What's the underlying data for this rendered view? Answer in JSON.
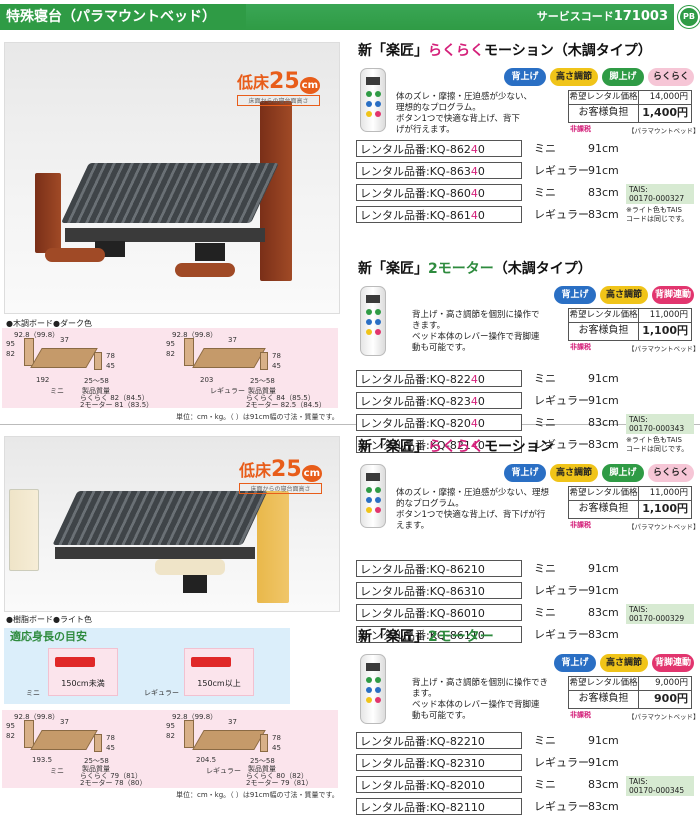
{
  "header": {
    "title": "特殊寝台（パラマウントベッド）",
    "service_code_label": "サービスコード",
    "service_code": "171003",
    "icon_text": "PB",
    "icon": "paramount-logo-icon"
  },
  "top": {
    "low_floor": {
      "prefix": "低床",
      "num": "25",
      "unit": "cm",
      "sub": "床面からの寝台面高さ"
    },
    "photo_caption": "●木調ボード●ダーク色",
    "dims_mini": {
      "top": "92.8（99.8）",
      "h1": "95",
      "h2": "82",
      "h3": "37",
      "r1": "78",
      "r2": "45",
      "len": "192",
      "leg": "25〜58",
      "label": "ミニ"
    },
    "dims_regular": {
      "top": "92.8（99.8）",
      "h1": "95",
      "h2": "82",
      "h3": "37",
      "r1": "78",
      "r2": "45",
      "len": "203",
      "leg": "25〜58",
      "label": "レギュラー"
    },
    "weight_mini": {
      "title": "製品質量",
      "r1": "らくらく 82（84.5）",
      "r2": "2モーター 81（83.5）"
    },
    "weight_regular": {
      "title": "製品質量",
      "r1": "らくらく 84（85.5）",
      "r2": "2モーター 82.5（84.5）"
    },
    "unit_note": "単位：cm・kg。（ ）は91cm幅の寸法・質量です。"
  },
  "bottom": {
    "low_floor": {
      "prefix": "低床",
      "num": "25",
      "unit": "cm",
      "sub": "床面からの寝台面高さ"
    },
    "photo_caption": "●樹脂ボード●ライト色",
    "guide": {
      "title": "適応身長の目安",
      "mini_label": "ミニ",
      "mini_height": "150cm未満",
      "regular_label": "レギュラー",
      "regular_height": "150cm以上"
    },
    "dims_mini": {
      "top": "92.8（99.8）",
      "h1": "95",
      "h2": "82",
      "h3": "37",
      "r1": "78",
      "r2": "45",
      "len": "193.5",
      "leg": "25〜58",
      "label": "ミニ"
    },
    "dims_regular": {
      "top": "92.8（99.8）",
      "h1": "95",
      "h2": "82",
      "h3": "37",
      "r1": "78",
      "r2": "45",
      "len": "204.5",
      "leg": "25〜58",
      "label": "レギュラー"
    },
    "weight_mini": {
      "title": "製品質量",
      "r1": "らくらく 79（81）",
      "r2": "2モーター 78（80）"
    },
    "weight_regular": {
      "title": "製品質量",
      "r1": "らくらく 80（82）",
      "r2": "2モーター 79（81）"
    },
    "unit_note": "単位：cm・kg。（ ）は91cm幅の寸法・質量です。"
  },
  "products": [
    {
      "title_new": "新「楽匠」",
      "title_colored": "らくらく",
      "title_rest": "モーション（木調タイプ）",
      "pills": [
        "背上げ",
        "高さ調節",
        "脚上げ",
        "らくらく"
      ],
      "desc": [
        "体のズレ・摩擦・圧迫感が少ない、",
        "理想的なプログラム。",
        "ボタン1つで快適な背上げ、背下",
        "げが行えます。"
      ],
      "price_label": "希望レンタル価格",
      "price": "14,000円",
      "pay_label": "お客様負担",
      "pay": "1,400円",
      "nontax": "非課税",
      "maker": "【パラマウントベッド】",
      "rows": [
        {
          "prefix": "レンタル品番:KQ-862",
          "hl": "4",
          "suffix": "0",
          "size": "ミニ",
          "width": "91cm"
        },
        {
          "prefix": "レンタル品番:KQ-863",
          "hl": "4",
          "suffix": "0",
          "size": "レギュラー",
          "width": "91cm"
        },
        {
          "prefix": "レンタル品番:KQ-860",
          "hl": "4",
          "suffix": "0",
          "size": "ミニ",
          "width": "83cm"
        },
        {
          "prefix": "レンタル品番:KQ-861",
          "hl": "4",
          "suffix": "0",
          "size": "レギュラー",
          "width": "83cm"
        }
      ],
      "tais": "TAIS:\n00170-000327",
      "tais_note": "※ライト色もTAIS\nコードは同じです。"
    },
    {
      "title_new": "新「楽匠」",
      "title_colored": "2モーター",
      "title_rest": "（木調タイプ）",
      "pills": [
        "背上げ",
        "高さ調節",
        "背脚連動"
      ],
      "desc": [
        "背上げ・高さ調節を個別に操作で",
        "きます。",
        "ベッド本体のレバー操作で背脚連",
        "動も可能です。"
      ],
      "price_label": "希望レンタル価格",
      "price": "11,000円",
      "pay_label": "お客様負担",
      "pay": "1,100円",
      "nontax": "非課税",
      "maker": "【パラマウントベッド】",
      "rows": [
        {
          "prefix": "レンタル品番:KQ-822",
          "hl": "4",
          "suffix": "0",
          "size": "ミニ",
          "width": "91cm"
        },
        {
          "prefix": "レンタル品番:KQ-823",
          "hl": "4",
          "suffix": "0",
          "size": "レギュラー",
          "width": "91cm"
        },
        {
          "prefix": "レンタル品番:KQ-820",
          "hl": "4",
          "suffix": "0",
          "size": "ミニ",
          "width": "83cm"
        },
        {
          "prefix": "レンタル品番:KQ-821",
          "hl": "4",
          "suffix": "0",
          "size": "レギュラー",
          "width": "83cm"
        }
      ],
      "tais": "TAIS:\n00170-000343",
      "tais_note": "※ライト色もTAIS\nコードは同じです。"
    },
    {
      "title_new": "新「楽匠」",
      "title_colored": "らくらく",
      "title_rest": "モーション",
      "pills": [
        "背上げ",
        "高さ調節",
        "脚上げ",
        "らくらく"
      ],
      "desc": [
        "体のズレ・摩擦・圧迫感が少ない、理想",
        "的なプログラム。",
        "ボタン1つで快適な背上げ、背下げが行",
        "えます。"
      ],
      "price_label": "希望レンタル価格",
      "price": "11,000円",
      "pay_label": "お客様負担",
      "pay": "1,100円",
      "nontax": "非課税",
      "maker": "【パラマウントベッド】",
      "rows": [
        {
          "prefix": "レンタル品番:KQ-86210",
          "hl": "",
          "suffix": "",
          "size": "ミニ",
          "width": "91cm"
        },
        {
          "prefix": "レンタル品番:KQ-86310",
          "hl": "",
          "suffix": "",
          "size": "レギュラー",
          "width": "91cm"
        },
        {
          "prefix": "レンタル品番:KQ-86010",
          "hl": "",
          "suffix": "",
          "size": "ミニ",
          "width": "83cm"
        },
        {
          "prefix": "レンタル品番:KQ-86110",
          "hl": "",
          "suffix": "",
          "size": "レギュラー",
          "width": "83cm"
        }
      ],
      "tais": "TAIS:\n00170-000329",
      "tais_note": ""
    },
    {
      "title_new": "新「楽匠」",
      "title_colored": "2モーター",
      "title_rest": "",
      "pills": [
        "背上げ",
        "高さ調節",
        "背脚連動"
      ],
      "desc": [
        "背上げ・高さ調節を個別に操作でき",
        "ます。",
        "ベッド本体のレバー操作で背脚連",
        "動も可能です。"
      ],
      "price_label": "希望レンタル価格",
      "price": "9,000円",
      "pay_label": "お客様負担",
      "pay": "900円",
      "nontax": "非課税",
      "maker": "【パラマウントベッド】",
      "rows": [
        {
          "prefix": "レンタル品番:KQ-82210",
          "hl": "",
          "suffix": "",
          "size": "ミニ",
          "width": "91cm"
        },
        {
          "prefix": "レンタル品番:KQ-82310",
          "hl": "",
          "suffix": "",
          "size": "レギュラー",
          "width": "91cm"
        },
        {
          "prefix": "レンタル品番:KQ-82010",
          "hl": "",
          "suffix": "",
          "size": "ミニ",
          "width": "83cm"
        },
        {
          "prefix": "レンタル品番:KQ-82110",
          "hl": "",
          "suffix": "",
          "size": "レギュラー",
          "width": "83cm"
        }
      ],
      "tais": "TAIS:\n00170-000345",
      "tais_note": ""
    }
  ]
}
